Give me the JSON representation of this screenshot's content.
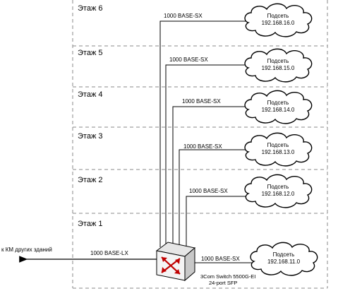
{
  "floors": [
    {
      "label": "Этаж 6"
    },
    {
      "label": "Этаж 5"
    },
    {
      "label": "Этаж 4"
    },
    {
      "label": "Этаж 3"
    },
    {
      "label": "Этаж 2"
    },
    {
      "label": "Этаж 1"
    }
  ],
  "links": [
    {
      "label": "1000 BASE-SX",
      "subnet_title": "Подсеть",
      "subnet_ip": "192.168.16.0"
    },
    {
      "label": "1000 BASE-SX",
      "subnet_title": "Подсеть",
      "subnet_ip": "192.168.15.0"
    },
    {
      "label": "1000 BASE-SX",
      "subnet_title": "Подсеть",
      "subnet_ip": "192.168.14.0"
    },
    {
      "label": "1000 BASE-SX",
      "subnet_title": "Подсеть",
      "subnet_ip": "192.168.13.0"
    },
    {
      "label": "1000 BASE-SX",
      "subnet_title": "Подсеть",
      "subnet_ip": "192.168.12.0"
    },
    {
      "label": "1000 BASE-SX",
      "subnet_title": "Подсеть",
      "subnet_ip": "192.168.11.0"
    }
  ],
  "uplink": {
    "label": "1000 BASE-LX",
    "destination": "к КМ других зданий"
  },
  "switch": {
    "name": "3Com Switch 5500G-EI",
    "ports": "24-port SFP",
    "icon": "switch-icon"
  }
}
